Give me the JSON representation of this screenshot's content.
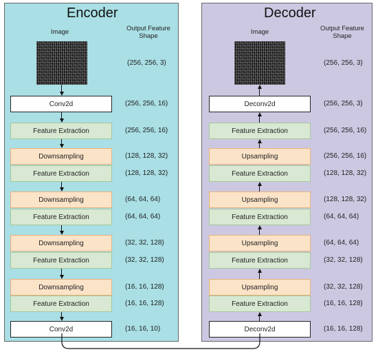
{
  "encoder": {
    "title": "Encoder",
    "image_label": "Image",
    "shape_header": "Output Feature Shape",
    "image_shape": "(256, 256, 3)",
    "rows": [
      {
        "name": "conv2d-block",
        "label": "Conv2d",
        "shape": "(256, 256, 16)",
        "style": "white"
      },
      {
        "name": "feature-extraction-block",
        "label": "Feature Extraction",
        "shape": "(256, 256, 16)",
        "style": "green"
      },
      {
        "name": "downsampling-block",
        "label": "Downsampling",
        "shape": "(128, 128, 32)",
        "style": "orange"
      },
      {
        "name": "feature-extraction-block",
        "label": "Feature Extraction",
        "shape": "(128, 128, 32)",
        "style": "green"
      },
      {
        "name": "downsampling-block",
        "label": "Downsampling",
        "shape": "(64, 64, 64)",
        "style": "orange"
      },
      {
        "name": "feature-extraction-block",
        "label": "Feature Extraction",
        "shape": "(64, 64, 64)",
        "style": "green"
      },
      {
        "name": "downsampling-block",
        "label": "Downsampling",
        "shape": "(32, 32, 128)",
        "style": "orange"
      },
      {
        "name": "feature-extraction-block",
        "label": "Feature Extraction",
        "shape": "(32, 32, 128)",
        "style": "green"
      },
      {
        "name": "downsampling-block",
        "label": "Downsampling",
        "shape": "(16, 16, 128)",
        "style": "orange"
      },
      {
        "name": "feature-extraction-block",
        "label": "Feature Extraction",
        "shape": "(16, 16, 128)",
        "style": "green"
      },
      {
        "name": "conv2d-block",
        "label": "Conv2d",
        "shape": "(16, 16, 10)",
        "style": "white"
      }
    ]
  },
  "decoder": {
    "title": "Decoder",
    "image_label": "Image",
    "shape_header": "Output Feature Shape",
    "image_shape": "(256, 256, 3)",
    "rows": [
      {
        "name": "deconv2d-block",
        "label": "Deconv2d",
        "shape": "(256, 256, 3)",
        "style": "white"
      },
      {
        "name": "feature-extraction-block",
        "label": "Feature Extraction",
        "shape": "(256, 256, 16)",
        "style": "green"
      },
      {
        "name": "upsampling-block",
        "label": "Upsampling",
        "shape": "(256, 256, 16)",
        "style": "orange"
      },
      {
        "name": "feature-extraction-block",
        "label": "Feature Extraction",
        "shape": "(128, 128, 32)",
        "style": "green"
      },
      {
        "name": "upsampling-block",
        "label": "Upsampling",
        "shape": "(128, 128, 32)",
        "style": "orange"
      },
      {
        "name": "feature-extraction-block",
        "label": "Feature Extraction",
        "shape": "(64, 64, 64)",
        "style": "green"
      },
      {
        "name": "upsampling-block",
        "label": "Upsampling",
        "shape": "(64, 64, 64)",
        "style": "orange"
      },
      {
        "name": "feature-extraction-block",
        "label": "Feature Extraction",
        "shape": "(32, 32, 128)",
        "style": "green"
      },
      {
        "name": "upsampling-block",
        "label": "Upsampling",
        "shape": "(32, 32, 128)",
        "style": "orange"
      },
      {
        "name": "feature-extraction-block",
        "label": "Feature Extraction",
        "shape": "(16, 16, 128)",
        "style": "green"
      },
      {
        "name": "deconv2d-block",
        "label": "Deconv2d",
        "shape": "(16, 16, 128)",
        "style": "white"
      }
    ]
  },
  "colors": {
    "encoder_panel": "#a9dfe5",
    "decoder_panel": "#cdc8e2",
    "feature_extraction": "#d8e8d2",
    "sampling": "#fbe3c8",
    "conv": "#ffffff"
  }
}
